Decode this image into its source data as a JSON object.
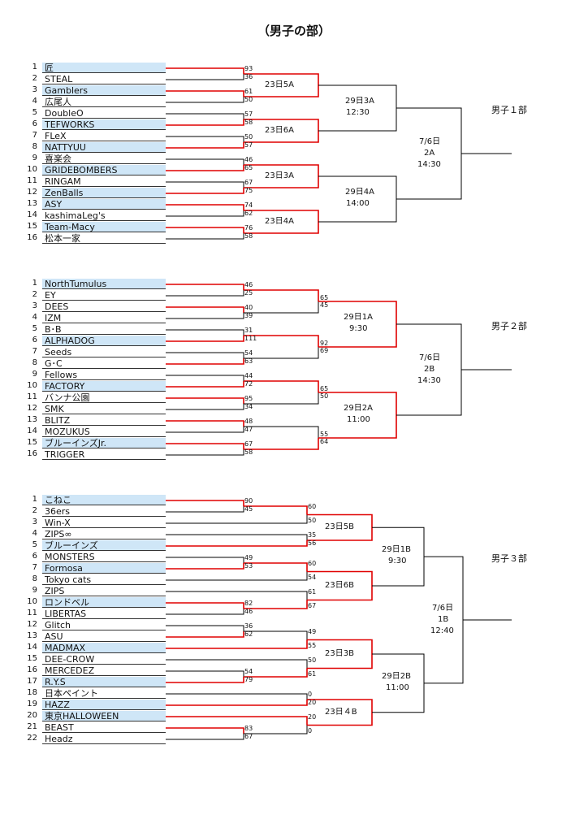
{
  "title": "（男子の部）",
  "colors": {
    "highlight": "#cfe6f7",
    "win_line": "#e00000",
    "line": "#000000"
  },
  "brackets": [
    {
      "champion_label": "男子１部",
      "teams": [
        {
          "no": "1",
          "name": "匠",
          "hl": true
        },
        {
          "no": "2",
          "name": "STEAL",
          "hl": false
        },
        {
          "no": "3",
          "name": "Gamblers",
          "hl": true
        },
        {
          "no": "4",
          "name": "広尾人",
          "hl": false
        },
        {
          "no": "5",
          "name": "DoubleO",
          "hl": false
        },
        {
          "no": "6",
          "name": "TEFWORKS",
          "hl": true
        },
        {
          "no": "7",
          "name": "FLeX",
          "hl": false
        },
        {
          "no": "8",
          "name": "NATTYUU",
          "hl": true
        },
        {
          "no": "9",
          "name": "喜楽会",
          "hl": false
        },
        {
          "no": "10",
          "name": "GRIDEBOMBERS",
          "hl": true
        },
        {
          "no": "11",
          "name": "RINGAM",
          "hl": false
        },
        {
          "no": "12",
          "name": "ZenBalls",
          "hl": true
        },
        {
          "no": "13",
          "name": "ASY",
          "hl": true
        },
        {
          "no": "14",
          "name": "kashimaLeg's",
          "hl": false
        },
        {
          "no": "15",
          "name": "Team-Macy",
          "hl": true
        },
        {
          "no": "16",
          "name": "松本一家",
          "hl": false
        }
      ],
      "scores": [
        [
          "93",
          "36"
        ],
        [
          "61",
          "50"
        ],
        [
          "57",
          "58"
        ],
        [
          "50",
          "57"
        ],
        [
          "46",
          "65"
        ],
        [
          "67",
          "75"
        ],
        [
          "74",
          "62"
        ],
        [
          "76",
          "58"
        ]
      ],
      "labels": [
        "23日5A",
        "23日6A",
        "23日3A",
        "23日4A",
        "29日3A",
        "12:30",
        "29日4A",
        "14:00",
        "7/6日",
        "2A",
        "14:30"
      ]
    },
    {
      "champion_label": "男子２部",
      "teams": [
        {
          "no": "1",
          "name": "NorthTumulus",
          "hl": true
        },
        {
          "no": "2",
          "name": "EY",
          "hl": false
        },
        {
          "no": "3",
          "name": "DEES",
          "hl": false
        },
        {
          "no": "4",
          "name": "IZM",
          "hl": false
        },
        {
          "no": "5",
          "name": "B･B",
          "hl": false
        },
        {
          "no": "6",
          "name": "ALPHADOG",
          "hl": true
        },
        {
          "no": "7",
          "name": "Seeds",
          "hl": false
        },
        {
          "no": "8",
          "name": "G･C",
          "hl": false
        },
        {
          "no": "9",
          "name": "Fellows",
          "hl": false
        },
        {
          "no": "10",
          "name": "FACTORY",
          "hl": true
        },
        {
          "no": "11",
          "name": "バンナ公園",
          "hl": false
        },
        {
          "no": "12",
          "name": "SMK",
          "hl": false
        },
        {
          "no": "13",
          "name": "BLITZ",
          "hl": false
        },
        {
          "no": "14",
          "name": "MOZUKUS",
          "hl": false
        },
        {
          "no": "15",
          "name": "ブルーインズJr.",
          "hl": true
        },
        {
          "no": "16",
          "name": "TRIGGER",
          "hl": false
        }
      ],
      "scores": [
        [
          "46",
          "25"
        ],
        [
          "40",
          "39"
        ],
        [
          "31",
          "111"
        ],
        [
          "54",
          "63"
        ],
        [
          "44",
          "72"
        ],
        [
          "95",
          "34"
        ],
        [
          "48",
          "47"
        ],
        [
          "67",
          "58"
        ],
        [
          "65",
          "45"
        ],
        [
          "92",
          "69"
        ],
        [
          "65",
          "50"
        ],
        [
          "55",
          "64"
        ]
      ],
      "labels": [
        "29日1A",
        "9:30",
        "29日2A",
        "11:00",
        "7/6日",
        "2B",
        "14:30"
      ]
    },
    {
      "champion_label": "男子３部",
      "teams": [
        {
          "no": "1",
          "name": "こねこ",
          "hl": true
        },
        {
          "no": "2",
          "name": "36ers",
          "hl": false
        },
        {
          "no": "3",
          "name": "Win-X",
          "hl": false
        },
        {
          "no": "4",
          "name": "ZIPS∞",
          "hl": false
        },
        {
          "no": "5",
          "name": "ブルーインズ",
          "hl": true
        },
        {
          "no": "6",
          "name": "MONSTERS",
          "hl": false
        },
        {
          "no": "7",
          "name": "Formosa",
          "hl": true
        },
        {
          "no": "8",
          "name": "Tokyo cats",
          "hl": false
        },
        {
          "no": "9",
          "name": "ZIPS",
          "hl": false
        },
        {
          "no": "10",
          "name": "ロンドベル",
          "hl": true
        },
        {
          "no": "11",
          "name": "LIBERTAS",
          "hl": false
        },
        {
          "no": "12",
          "name": "Glitch",
          "hl": false
        },
        {
          "no": "13",
          "name": "ASU",
          "hl": false
        },
        {
          "no": "14",
          "name": "MADMAX",
          "hl": true
        },
        {
          "no": "15",
          "name": "DEE-CROW",
          "hl": false
        },
        {
          "no": "16",
          "name": "MERCEDEZ",
          "hl": false
        },
        {
          "no": "17",
          "name": "R.Y.S",
          "hl": true
        },
        {
          "no": "18",
          "name": "日本ペイント",
          "hl": false
        },
        {
          "no": "19",
          "name": "HAZZ",
          "hl": true
        },
        {
          "no": "20",
          "name": "東京HALLOWEEN",
          "hl": true
        },
        {
          "no": "21",
          "name": "BEAST",
          "hl": false
        },
        {
          "no": "22",
          "name": "Headz",
          "hl": false
        }
      ],
      "scores": [
        [
          "90",
          "45"
        ],
        [
          "49",
          "53"
        ],
        [
          "82",
          "46"
        ],
        [
          "36",
          "62"
        ],
        [
          "54",
          "79"
        ],
        [
          "83",
          "67"
        ],
        [
          "60",
          "50"
        ],
        [
          "35",
          "56"
        ],
        [
          "60",
          "54"
        ],
        [
          "61",
          "67"
        ],
        [
          "49",
          "55"
        ],
        [
          "50",
          "61"
        ],
        [
          "0",
          "20"
        ],
        [
          "20",
          "0"
        ]
      ],
      "labels": [
        "23日5B",
        "23日6B",
        "23日3B",
        "23日４B",
        "29日1B",
        "9:30",
        "29日2B",
        "11:00",
        "7/6日",
        "1B",
        "12:40"
      ]
    }
  ]
}
